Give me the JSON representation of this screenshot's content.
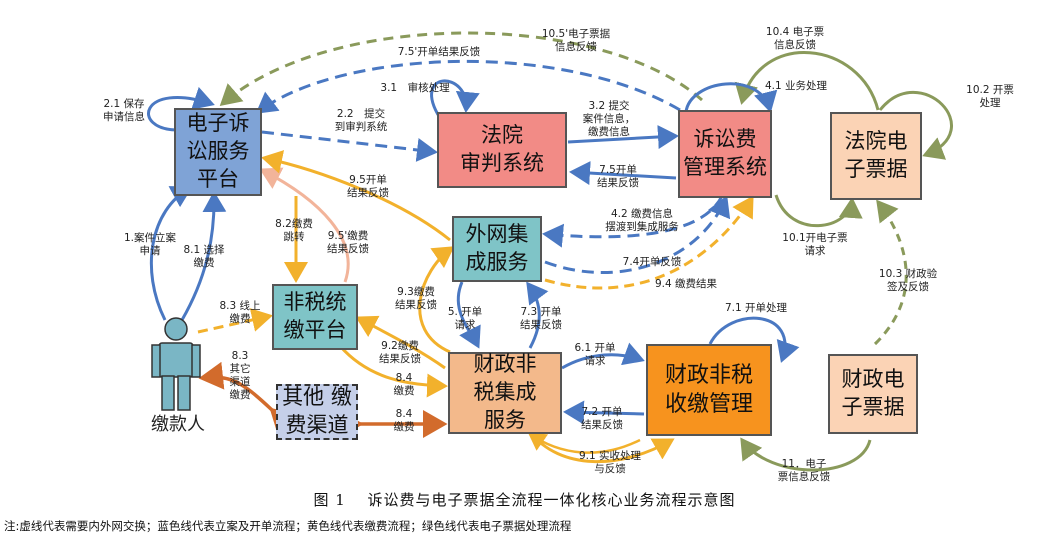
{
  "nodes": {
    "ecourt": "电子诉\n讼服务\n平台",
    "court_trial": "法院\n审判系统",
    "fee_mgmt": "诉讼费\n管理系统",
    "court_invoice": "法院电\n子票据",
    "extranet": "外网集\n成服务",
    "nontax_pay": "非税统\n缴平台",
    "other_channel": "其他 缴\n费渠道",
    "finance_service": "财政非\n税集成\n服务",
    "finance_collect": "财政非税\n收缴管理",
    "finance_invoice": "财政电\n子票据",
    "payer": "缴款人"
  },
  "labels": {
    "l1": "1.案件立案\n申请",
    "l21": "2.1 保存\n申请信息",
    "l22": "2.2　提交\n到审判系统",
    "l31": "3.1　审核处理",
    "l32": "3.2 提交\n案件信息，\n缴费信息",
    "l41": "4.1 业务处理",
    "l42": "4.2 缴费信息\n摆渡到集成服务",
    "l5": "5. 开单\n请求",
    "l61": "6.1 开单\n请求",
    "l71": "7.1 开单处理",
    "l72": "7.2 开单\n结果反馈",
    "l73": "7.3 开单\n结果反馈",
    "l74": "7.4开单反馈",
    "l75": "7.5开单\n结果反馈",
    "l75p": "7.5'开单结果反馈",
    "l81": "8.1 选择\n缴费",
    "l82": "8.2缴费\n跳转",
    "l83": "8.3 线上\n缴费",
    "l83b": "8.3\n其它\n渠道\n缴费",
    "l84a": "8.4\n缴费",
    "l84b": "8.4\n缴费",
    "l91": "9.1 实收处理\n与反馈",
    "l92": "9.2缴费\n结果反馈",
    "l93": "9.3缴费\n结果反馈",
    "l94": "9.4 缴费结果",
    "l95": "9.5开单\n结果反馈",
    "l95p": "9.5'缴费\n结果反馈",
    "l101": "10.1开电子票\n请求",
    "l102": "10.2 开票\n处理",
    "l103": "10.3 财政验\n签及反馈",
    "l104": "10.4 电子票\n信息反馈",
    "l105p": "10.5'电子票据\n信息反馈",
    "l11": "11．电子\n票信息反馈"
  },
  "caption": "图 1　 诉讼费与电子票据全流程一体化核心业务流程示意图",
  "note": "注:虚线代表需要内外网交换；蓝色线代表立案及开单流程；黄色线代表缴费流程；绿色线代表电子票据处理流程",
  "colors": {
    "blue_line": "#4a78c2",
    "yellow_line": "#f2b12c",
    "green_line": "#8a9a5b",
    "orange_line": "#d26b2c",
    "pink_line": "#f2b49a",
    "node_blue": "#7fa3d6",
    "node_red": "#f28b86",
    "node_peach": "#fbd3b5",
    "node_teal": "#7fc4c7",
    "node_lavender": "#c5cfe9",
    "node_orange": "#f7931e",
    "node_tan": "#f3b98b",
    "person": "#7ab6c5"
  }
}
